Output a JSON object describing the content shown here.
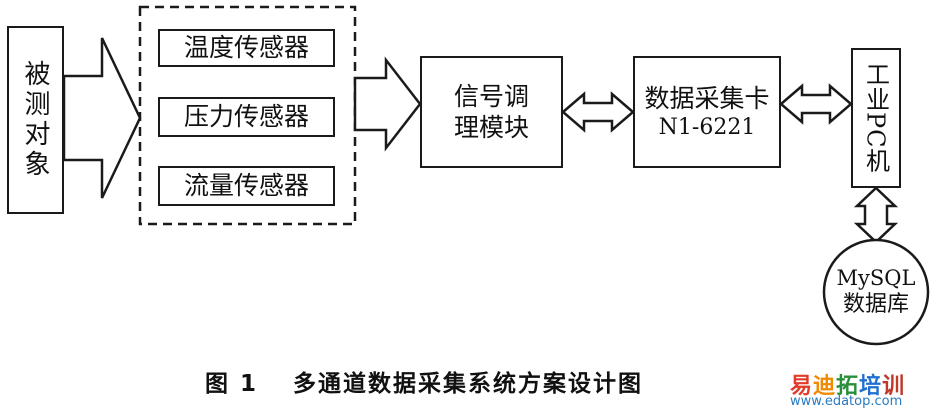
{
  "blocks": {
    "object": "被测对象",
    "sensor_temp": "温度传感器",
    "sensor_pressure": "压力传感器",
    "sensor_flow": "流量传感器",
    "conditioning_line1": "信号调",
    "conditioning_line2": "理模块",
    "daq_line1": "数据采集卡",
    "daq_line2": "N1-6221",
    "pc": "工业PC机",
    "db_line1": "MySQL",
    "db_line2": "数据库"
  },
  "caption": "图 1　 多通道数据采集系统方案设计图",
  "watermark": {
    "name": "易迪拓培训",
    "name_colors": [
      "#e23a2b",
      "#f08a00",
      "#2a8f3a",
      "#1f6fd1",
      "#c0392b"
    ],
    "url": "www.edatop.com"
  }
}
